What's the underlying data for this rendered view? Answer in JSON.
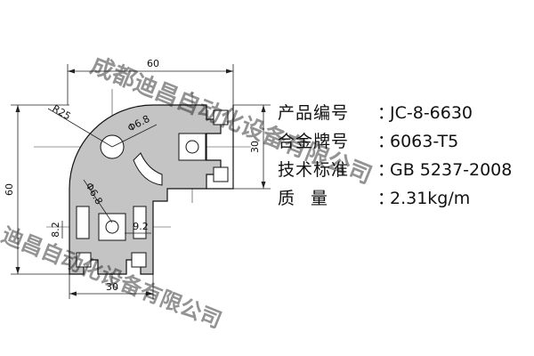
{
  "drawing": {
    "dim_top": "60",
    "dim_left": "60",
    "dim_right": "30",
    "dim_bottom": "30",
    "radius_label": "R25",
    "hole_top_label": "Φ6.8",
    "hole_left_label": "Φ6.8",
    "slot_height_label": "8.2",
    "slot_width_label": "9.2"
  },
  "specs": [
    {
      "label": "产品编号",
      "value": "JC-8-6630"
    },
    {
      "label": "合金牌号",
      "value": "6063-T5"
    },
    {
      "label": "技术标准",
      "value": "GB 5237-2008"
    },
    {
      "label": "质量",
      "value": "2.31kg/m"
    }
  ],
  "separator": "：",
  "watermark": {
    "line1": "成都迪昌自动化设备有限公司",
    "line2": "迪昌自动化设备有限公司"
  }
}
